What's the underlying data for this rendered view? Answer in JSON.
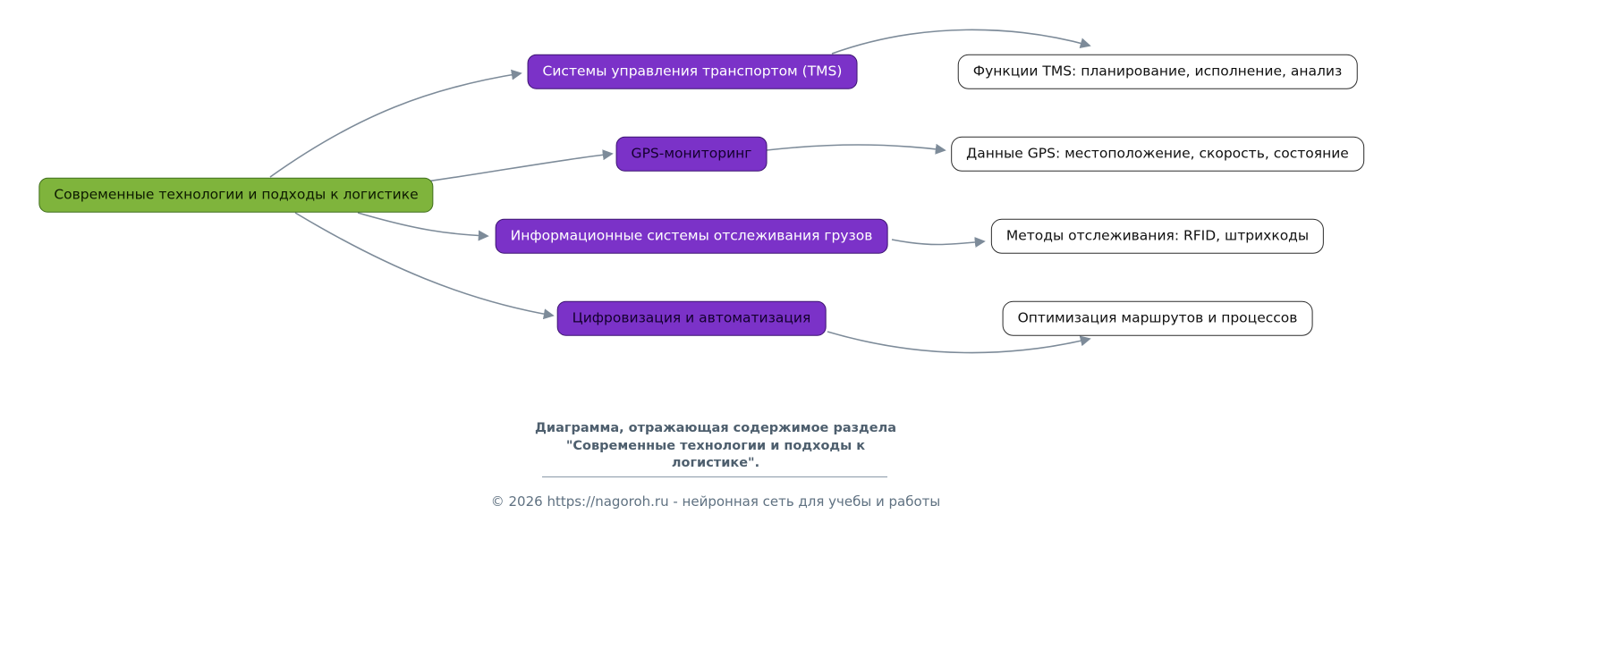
{
  "colors": {
    "root_fill": "#7fb43c",
    "root_border": "#3f6e1c",
    "branch_fill": "#7b32c8",
    "branch_border": "#3c1470",
    "leaf_fill": "#ffffff",
    "leaf_border": "#2b2b2b",
    "edge": "#7d8b99",
    "caption_text": "#4e5f6e",
    "footer_text": "#5f7181"
  },
  "root": {
    "label": "Современные технологии и подходы к логистике"
  },
  "branches": [
    {
      "label": "Системы управления транспортом (TMS)",
      "detail": "Функции TMS: планирование, исполнение, анализ"
    },
    {
      "label": "GPS-мониторинг",
      "detail": "Данные GPS: местоположение, скорость, состояние"
    },
    {
      "label": "Информационные системы отслеживания грузов",
      "detail": "Методы отслеживания: RFID, штрихкоды"
    },
    {
      "label": "Цифровизация и автоматизация",
      "detail": "Оптимизация маршрутов и процессов"
    }
  ],
  "caption": {
    "line1": "Диаграмма, отражающая содержимое раздела",
    "line2": "\"Современные технологии и подходы к",
    "line3": "логистике\"."
  },
  "footer": {
    "text": "© 2026 https://nagoroh.ru - нейронная сеть для учебы и работы"
  }
}
